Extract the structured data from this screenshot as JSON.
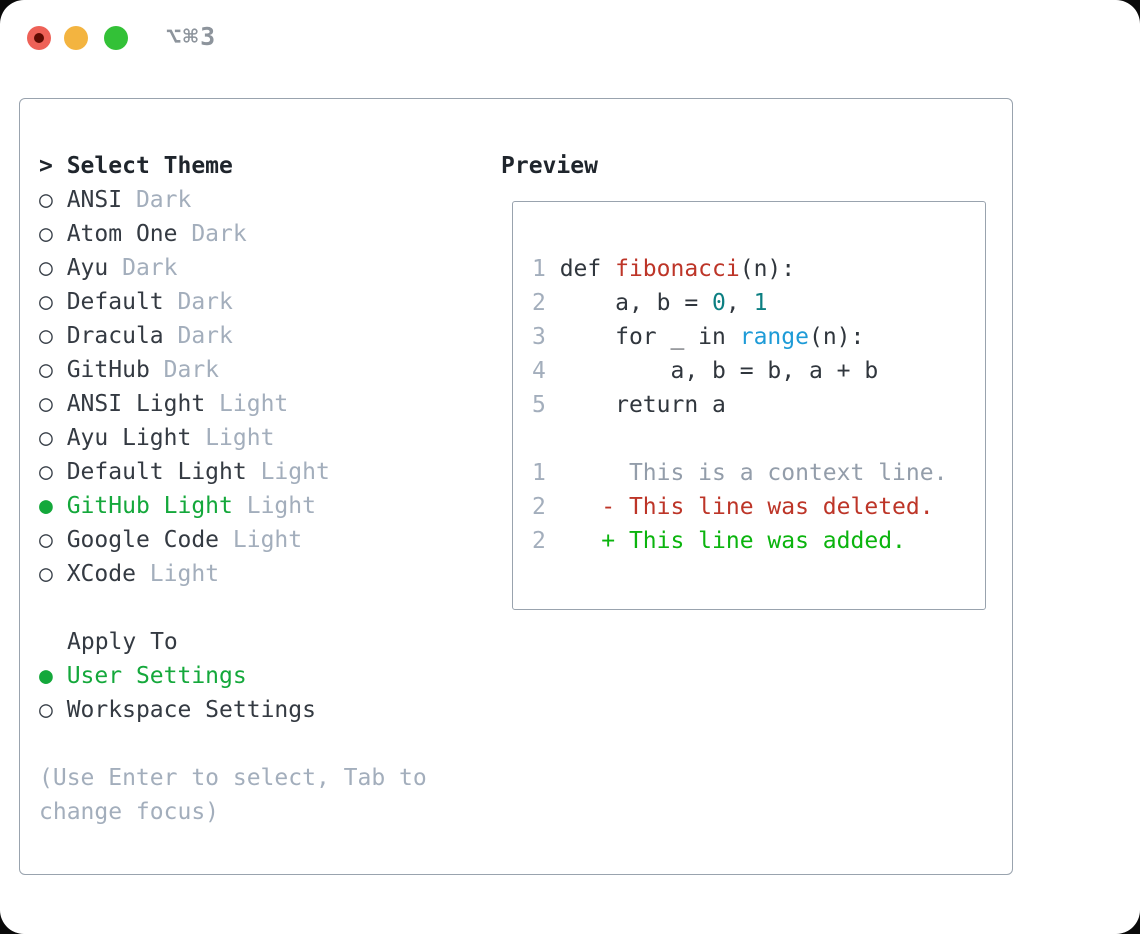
{
  "window": {
    "shortcut": "⌥⌘3"
  },
  "colors": {
    "selection_green": "#14a83b",
    "diff_added_green": "#0bb40e",
    "diff_deleted_red": "#bd3528",
    "code_function_red": "#bd3528",
    "code_number_teal": "#0c7f82",
    "code_builtin_blue": "#1e9bd7",
    "muted_gray": "#a3aebc",
    "text_dark": "#30363d",
    "border_gray": "#99a3ae",
    "traffic_red": "#ee6157",
    "traffic_yellow": "#f3b440",
    "traffic_green": "#33c137"
  },
  "icons": {
    "radio_selected": "●",
    "radio_unselected": "○"
  },
  "left": {
    "prompt": "> ",
    "title": "Select Theme",
    "themes": [
      {
        "name": "ANSI",
        "tag": "Dark",
        "selected": false
      },
      {
        "name": "Atom One",
        "tag": "Dark",
        "selected": false
      },
      {
        "name": "Ayu",
        "tag": "Dark",
        "selected": false
      },
      {
        "name": "Default",
        "tag": "Dark",
        "selected": false
      },
      {
        "name": "Dracula",
        "tag": "Dark",
        "selected": false
      },
      {
        "name": "GitHub",
        "tag": "Dark",
        "selected": false
      },
      {
        "name": "ANSI Light",
        "tag": "Light",
        "selected": false
      },
      {
        "name": "Ayu Light",
        "tag": "Light",
        "selected": false
      },
      {
        "name": "Default Light",
        "tag": "Light",
        "selected": false
      },
      {
        "name": "GitHub Light",
        "tag": "Light",
        "selected": true
      },
      {
        "name": "Google Code",
        "tag": "Light",
        "selected": false
      },
      {
        "name": "XCode",
        "tag": "Light",
        "selected": false
      }
    ],
    "apply_to": {
      "title": "Apply To",
      "options": [
        {
          "name": "User Settings",
          "selected": true
        },
        {
          "name": "Workspace Settings",
          "selected": false
        }
      ]
    },
    "hint_lines": [
      "(Use Enter to select, Tab to",
      "change focus)"
    ]
  },
  "preview": {
    "title": "Preview",
    "lines": [
      {
        "num": "1",
        "kind": "code",
        "tokens": [
          {
            "text": "def ",
            "style": "fg"
          },
          {
            "text": "fibonacci",
            "style": "red"
          },
          {
            "text": "(n):",
            "style": "fg"
          }
        ]
      },
      {
        "num": "2",
        "kind": "code",
        "tokens": [
          {
            "text": "    a, b = ",
            "style": "fg"
          },
          {
            "text": "0",
            "style": "teal"
          },
          {
            "text": ", ",
            "style": "fg"
          },
          {
            "text": "1",
            "style": "teal"
          }
        ]
      },
      {
        "num": "3",
        "kind": "code",
        "tokens": [
          {
            "text": "    for _ in ",
            "style": "fg"
          },
          {
            "text": "range",
            "style": "blue"
          },
          {
            "text": "(n):",
            "style": "fg"
          }
        ]
      },
      {
        "num": "4",
        "kind": "code",
        "tokens": [
          {
            "text": "        a, b = b, a + b",
            "style": "fg"
          }
        ]
      },
      {
        "num": "5",
        "kind": "code",
        "tokens": [
          {
            "text": "    return a",
            "style": "fg"
          }
        ]
      },
      {
        "num": "",
        "kind": "blank",
        "tokens": []
      },
      {
        "num": "1",
        "kind": "diff-context",
        "tokens": [
          {
            "text": "     This is a context line.",
            "style": "ctx"
          }
        ]
      },
      {
        "num": "2",
        "kind": "diff-deleted",
        "tokens": [
          {
            "text": "   - This line was deleted.",
            "style": "red"
          }
        ]
      },
      {
        "num": "2",
        "kind": "diff-added",
        "tokens": [
          {
            "text": "   + This line was added.",
            "style": "green"
          }
        ]
      }
    ]
  }
}
